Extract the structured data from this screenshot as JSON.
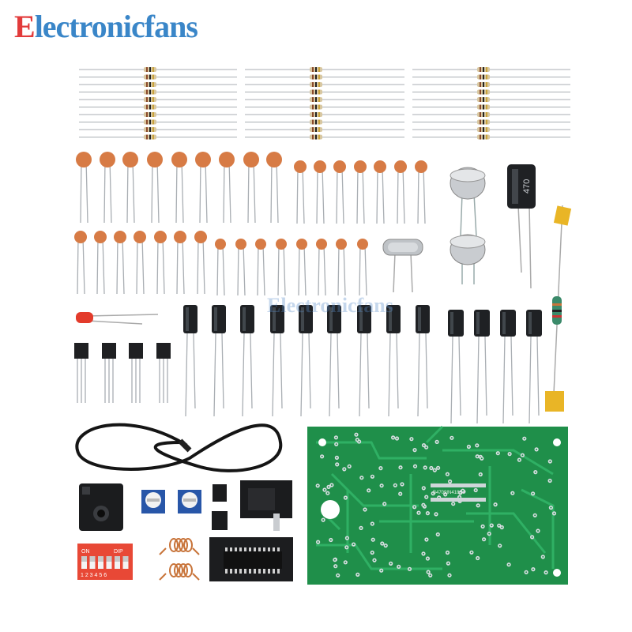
{
  "brand": {
    "text_first": "E",
    "text_rest": "lectronicfans"
  },
  "watermark": "Electronicfans",
  "dip_switch": {
    "on_label": "ON",
    "dip_label": "DIP",
    "numbers": "1 2 3 4 5 6"
  },
  "capacitor_big_label": "470",
  "pcb_label": "B4709IN4181",
  "colors": {
    "brand_red": "#e23b3b",
    "brand_blue": "#3a86c8",
    "pcb_green": "#1f8f4a",
    "ceramic_cap": "#d77b45",
    "electrolytic": "#1f2124",
    "led_red": "#e33b2b",
    "dip_red": "#e84836",
    "potentiometer_blue": "#2856a8",
    "coil_copper": "#c8743a"
  },
  "icons": [
    "resistor-icon",
    "ceramic-capacitor-icon",
    "electrolytic-capacitor-icon",
    "transistor-icon",
    "microphone-icon",
    "crystal-icon",
    "led-icon",
    "audio-jack-icon",
    "dc-jack-icon",
    "chip-icon",
    "coil-icon",
    "potentiometer-icon",
    "pcb-icon"
  ]
}
